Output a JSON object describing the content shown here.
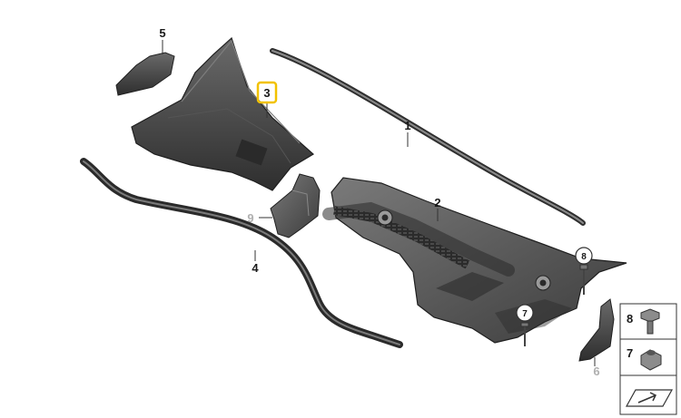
{
  "callouts": [
    {
      "id": "1",
      "label": "1",
      "highlighted": false,
      "greyed": false
    },
    {
      "id": "2",
      "label": "2",
      "highlighted": false,
      "greyed": false
    },
    {
      "id": "3",
      "label": "3",
      "highlighted": true,
      "greyed": false
    },
    {
      "id": "4",
      "label": "4",
      "highlighted": false,
      "greyed": false
    },
    {
      "id": "5",
      "label": "5",
      "highlighted": false,
      "greyed": false
    },
    {
      "id": "6",
      "label": "6",
      "highlighted": false,
      "greyed": true
    },
    {
      "id": "7",
      "label": "7",
      "highlighted": false,
      "greyed": false
    },
    {
      "id": "8",
      "label": "8",
      "highlighted": false,
      "greyed": false
    },
    {
      "id": "9",
      "label": "9",
      "highlighted": false,
      "greyed": true
    }
  ],
  "legend": {
    "rows": [
      {
        "label": "8",
        "icon": "bolt-icon"
      },
      {
        "label": "7",
        "icon": "nut-icon"
      },
      {
        "label": "",
        "icon": "arrow-plate-icon"
      }
    ]
  },
  "colors": {
    "highlight": "#f2c200",
    "part_dark": "#3a3a3a",
    "part_mid": "#5b5b5b",
    "greyed_label": "#b0b0b0"
  }
}
